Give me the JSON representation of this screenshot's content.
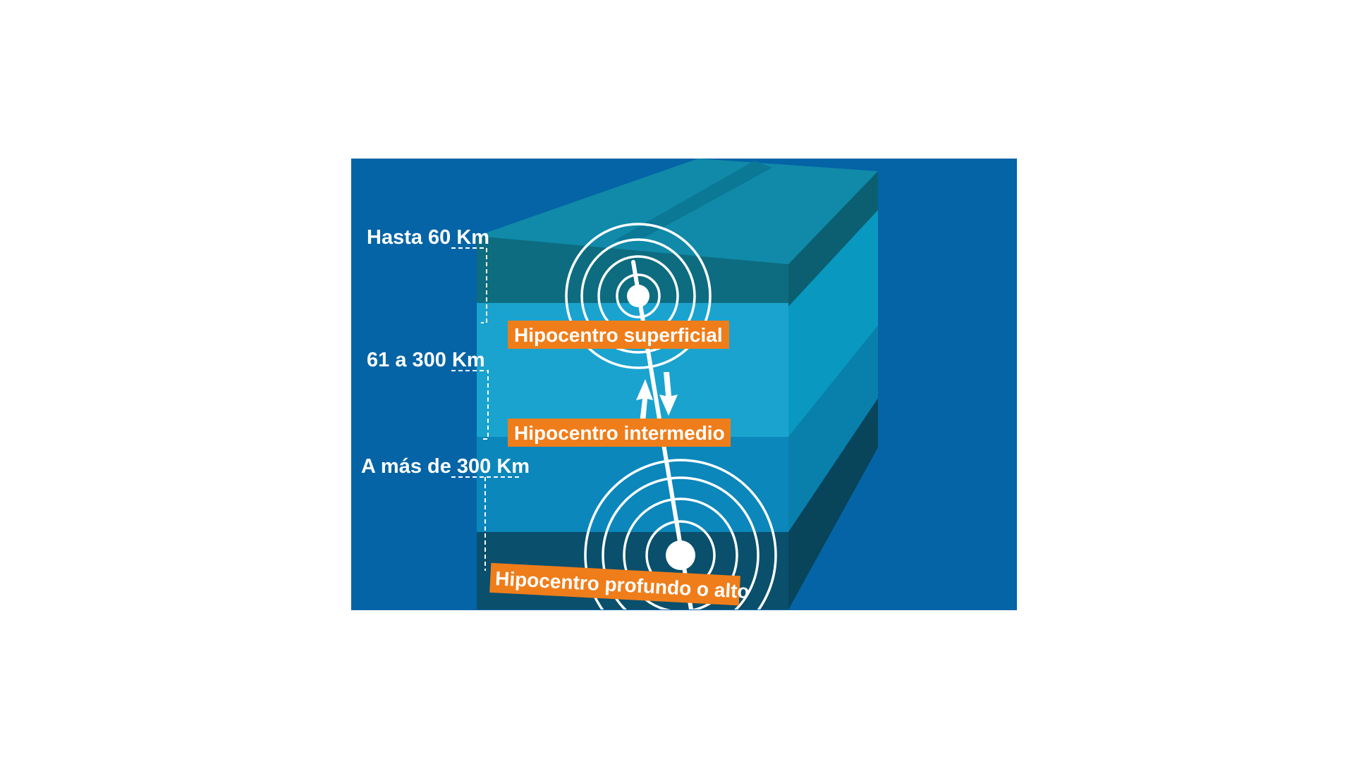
{
  "depth_labels": {
    "shallow": "Hasta 60 Km",
    "intermediate": "61 a 300 Km",
    "deep": "A más de 300 Km"
  },
  "hypocenters": {
    "shallow": "Hipocentro superficial",
    "intermediate": "Hipocentro intermedio",
    "deep": "Hipocentro profundo o alto"
  },
  "colors": {
    "background_panel": "#0464a6",
    "tag": "#ef7d1a",
    "text": "#ffffff"
  }
}
